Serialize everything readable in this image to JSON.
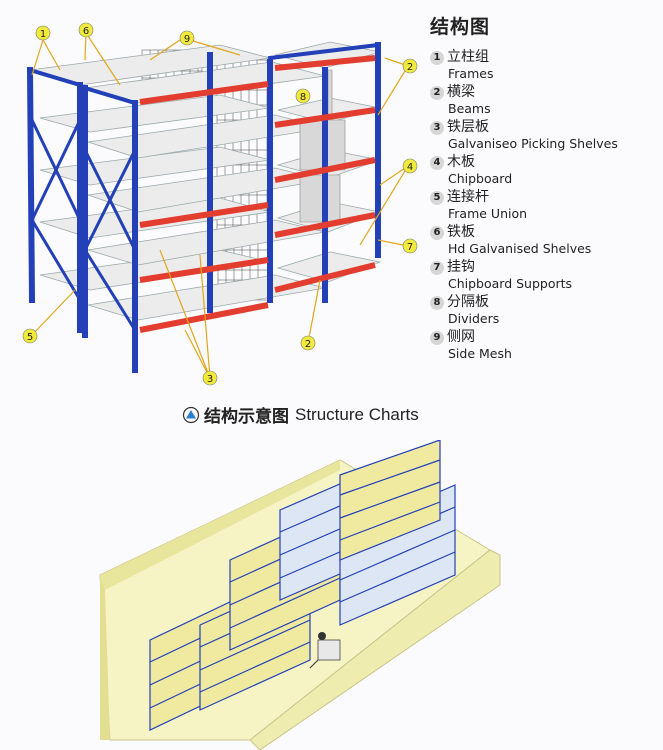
{
  "legend": {
    "title": "结构图",
    "items": [
      {
        "num": "1",
        "cn": "立柱组",
        "en": "Frames"
      },
      {
        "num": "2",
        "cn": "横梁",
        "en": "Beams"
      },
      {
        "num": "3",
        "cn": "铁层板",
        "en": "Galvaniseo Picking Shelves"
      },
      {
        "num": "4",
        "cn": "木板",
        "en": "Chipboard"
      },
      {
        "num": "5",
        "cn": "连接杆",
        "en": "Frame Union"
      },
      {
        "num": "6",
        "cn": "铁板",
        "en": "Hd Galvanised Shelves"
      },
      {
        "num": "7",
        "cn": "挂钩",
        "en": "Chipboard Supports"
      },
      {
        "num": "8",
        "cn": "分隔板",
        "en": "Dividers"
      },
      {
        "num": "9",
        "cn": "侧网",
        "en": "Side Mesh"
      }
    ]
  },
  "callouts": [
    "1",
    "6",
    "9",
    "2",
    "8",
    "4",
    "7",
    "5",
    "2",
    "3"
  ],
  "caption": {
    "cn": "结构示意图",
    "en": "Structure Charts"
  },
  "colors": {
    "frame": "#2340b8",
    "beam": "#e23d2f",
    "shelf": "#ececec",
    "callout": "#f2ea3a",
    "room": "#f3f0b8"
  }
}
